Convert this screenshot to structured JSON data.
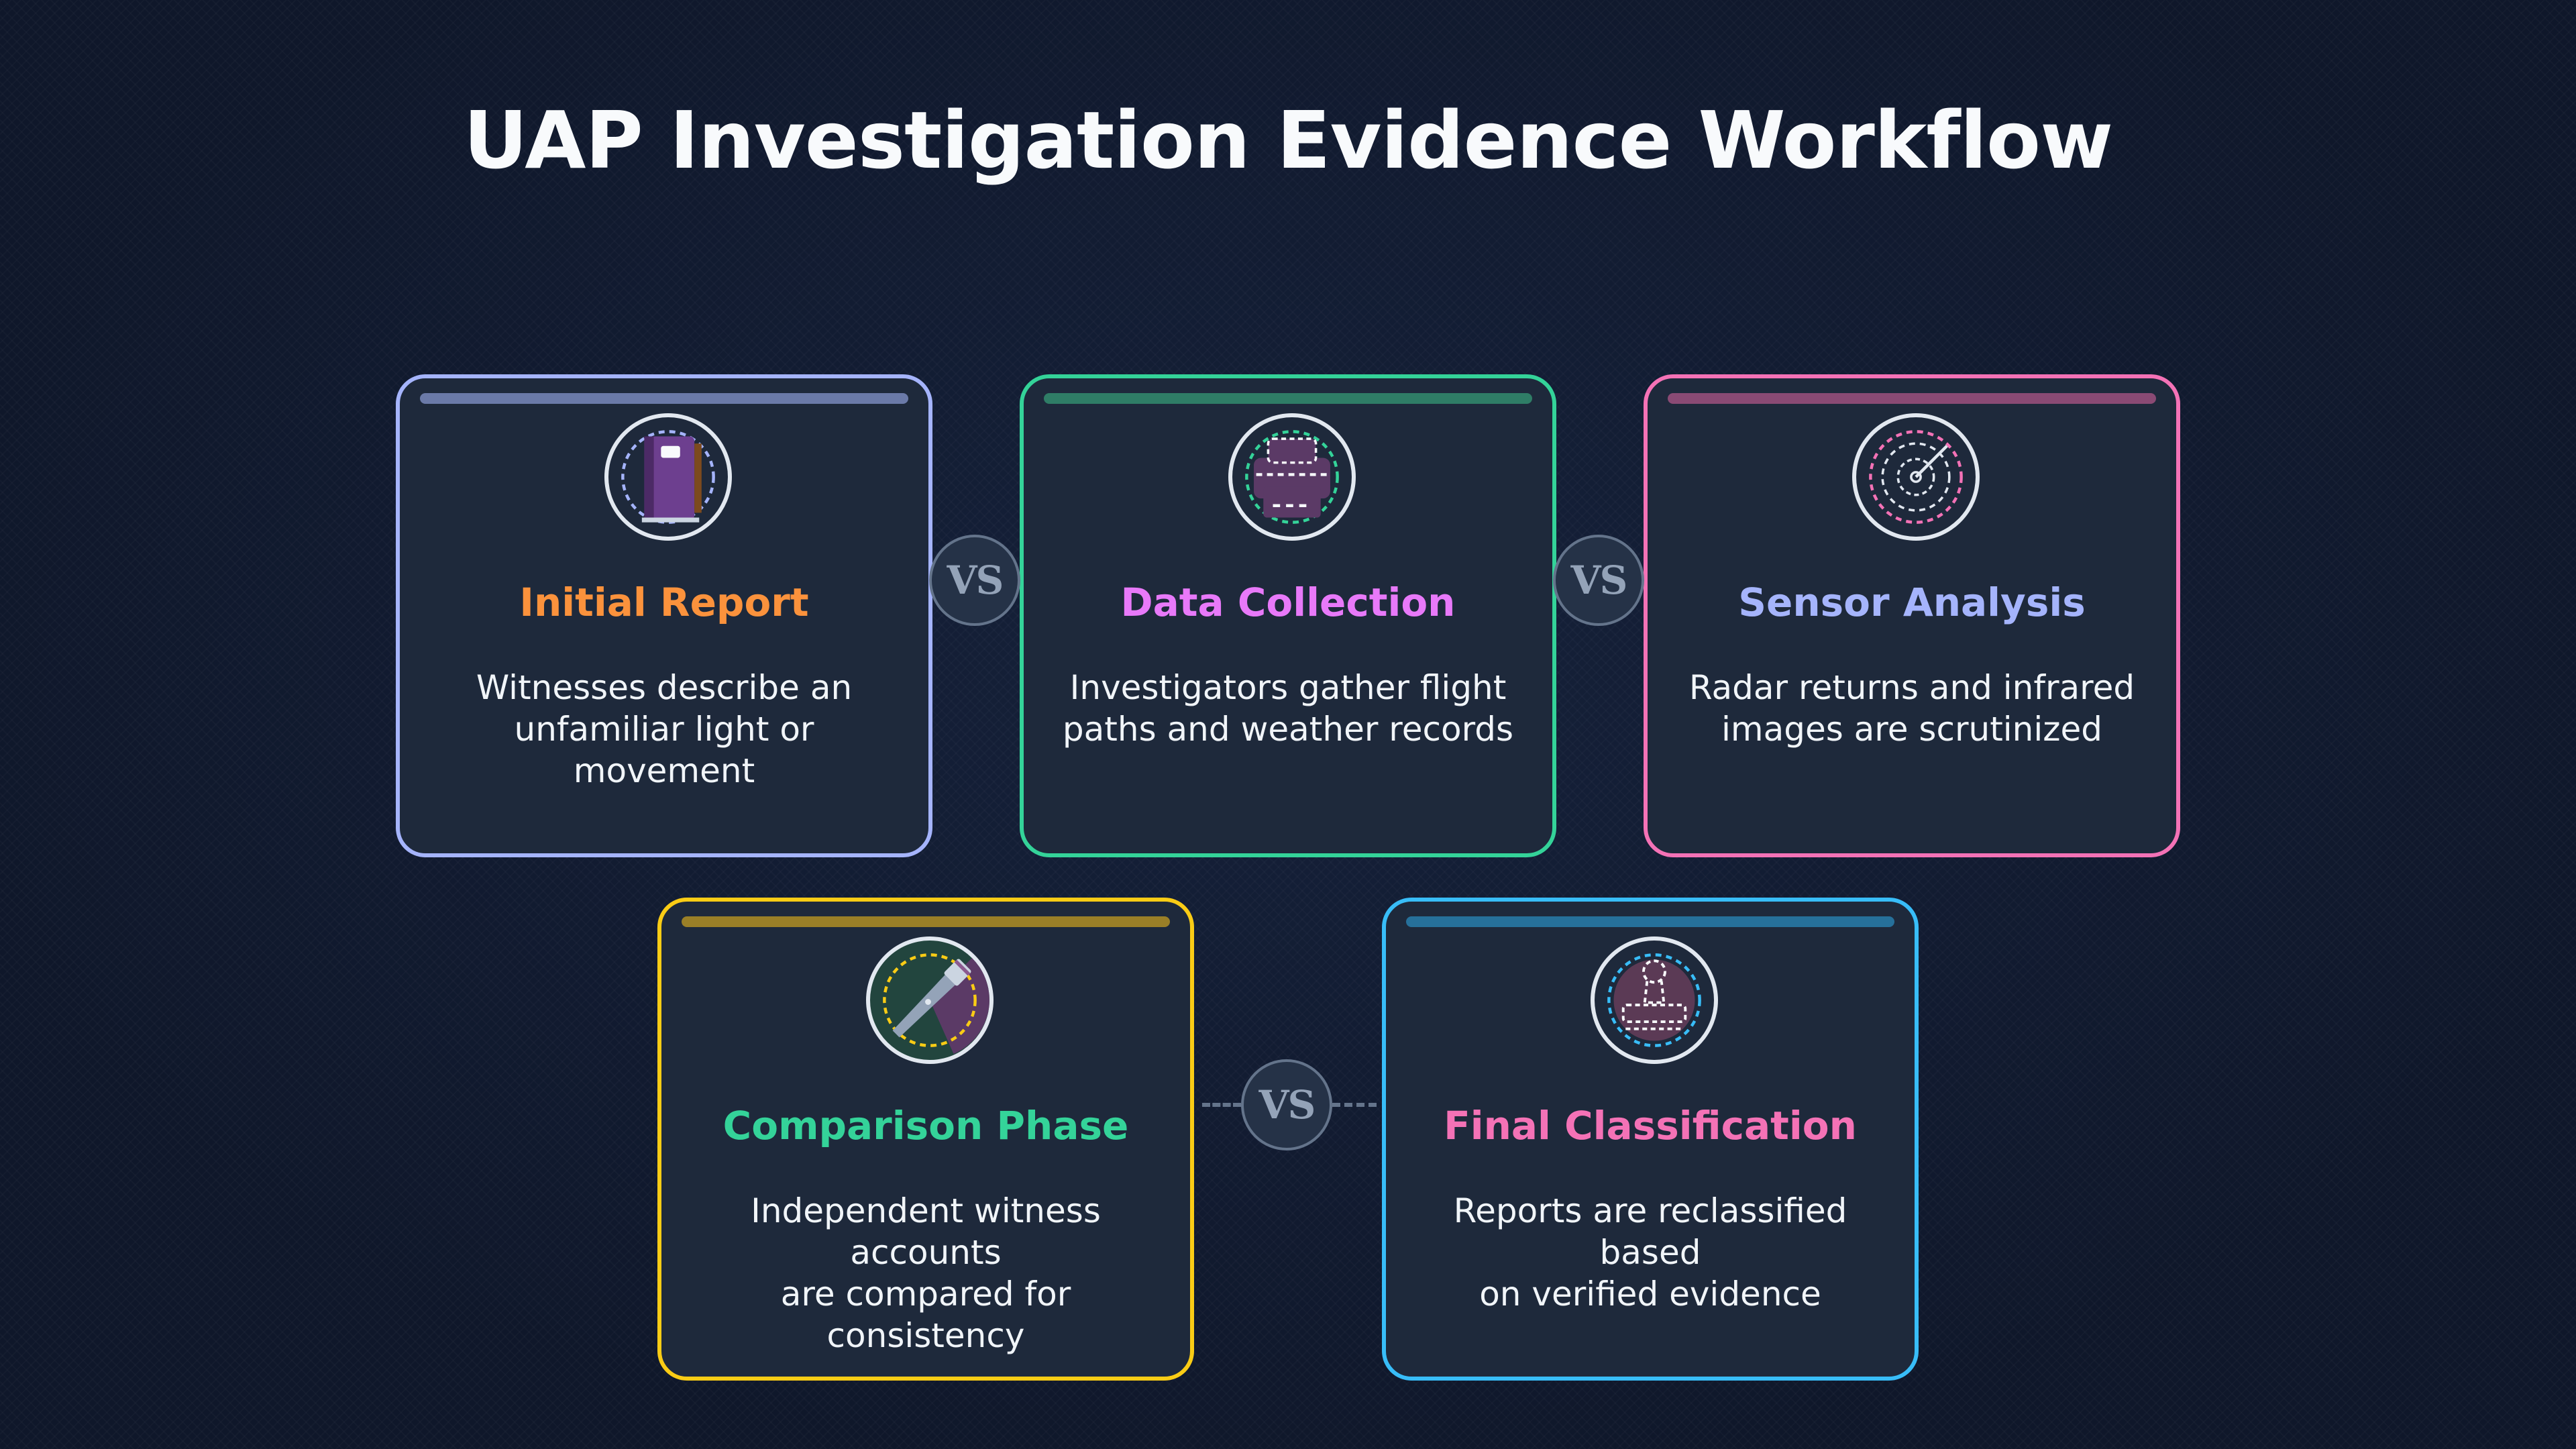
{
  "title": "UAP Investigation Evidence Workflow",
  "connector_label": "VS",
  "cards": [
    {
      "heading": "Initial Report",
      "description_line1": "Witnesses describe an",
      "description_line2": "unfamiliar light or movement",
      "icon": "notebook-icon",
      "border_color": "#a5b4fc",
      "heading_color": "#fb923c"
    },
    {
      "heading": "Data Collection",
      "description_line1": "Investigators gather flight",
      "description_line2": "paths and weather records",
      "icon": "printer-icon",
      "border_color": "#34d399",
      "heading_color": "#e879f9"
    },
    {
      "heading": "Sensor Analysis",
      "description_line1": "Radar returns and infrared",
      "description_line2": "images are scrutinized",
      "icon": "radar-icon",
      "border_color": "#f472b6",
      "heading_color": "#a5b4fc"
    },
    {
      "heading": "Comparison Phase",
      "description_line1": "Independent witness accounts",
      "description_line2": "are compared for consistency",
      "icon": "flashlight-icon",
      "border_color": "#facc15",
      "heading_color": "#34d399"
    },
    {
      "heading": "Final Classification",
      "description_line1": "Reports are reclassified based",
      "description_line2": "on verified evidence",
      "icon": "stamp-icon",
      "border_color": "#38bdf8",
      "heading_color": "#f472b6"
    }
  ]
}
